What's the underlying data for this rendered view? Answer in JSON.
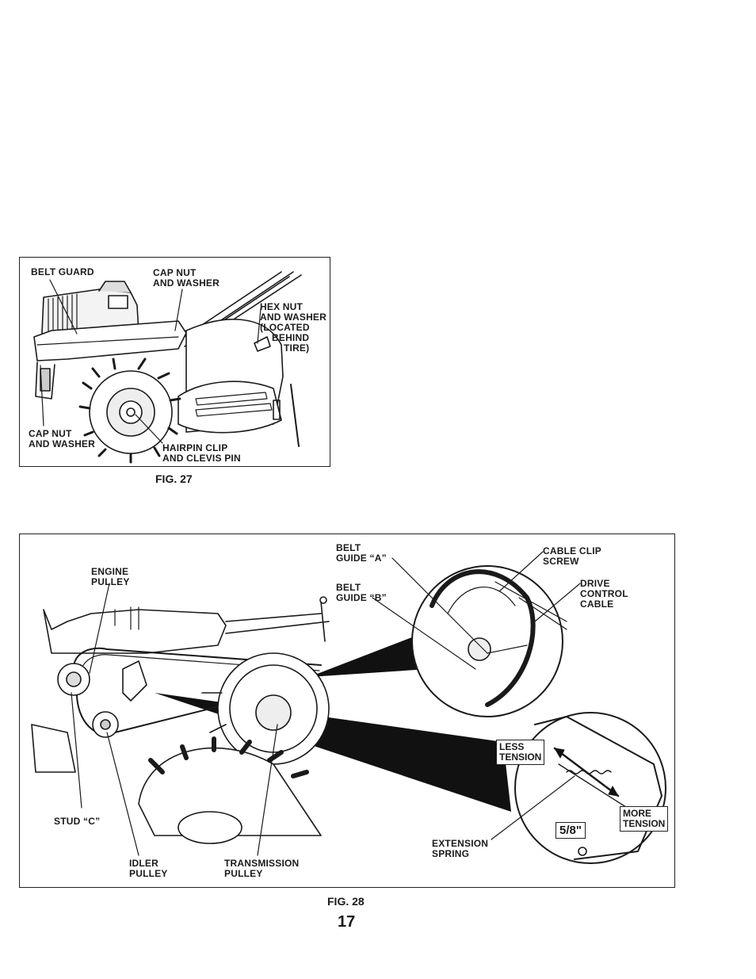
{
  "fig27": {
    "caption": "FIG. 27",
    "labels": {
      "belt_guard": "BELT GUARD",
      "cap_nut_top_1": "CAP NUT",
      "cap_nut_top_2": "AND WASHER",
      "hex_nut_1": "HEX NUT",
      "hex_nut_2": "AND WASHER",
      "hex_nut_3": "(LOCATED",
      "hex_nut_4": "BEHIND",
      "hex_nut_5": "TIRE)",
      "cap_nut_bottom_1": "CAP NUT",
      "cap_nut_bottom_2": "AND WASHER",
      "hairpin_1": "HAIRPIN CLIP",
      "hairpin_2": "AND CLEVIS PIN"
    }
  },
  "fig28": {
    "caption": "FIG. 28",
    "labels": {
      "engine_pulley_1": "ENGINE",
      "engine_pulley_2": "PULLEY",
      "belt_guide_a_1": "BELT",
      "belt_guide_a_2": "GUIDE “A”",
      "belt_guide_b_1": "BELT",
      "belt_guide_b_2": "GUIDE “B”",
      "cable_clip_1": "CABLE CLIP",
      "cable_clip_2": "SCREW",
      "drive_cable_1": "DRIVE",
      "drive_cable_2": "CONTROL",
      "drive_cable_3": "CABLE",
      "less_tension_1": "LESS",
      "less_tension_2": "TENSION",
      "more_tension_1": "MORE",
      "more_tension_2": "TENSION",
      "dimension": "5/8\"",
      "stud_c": "STUD “C”",
      "idler_1": "IDLER",
      "idler_2": "PULLEY",
      "transmission_1": "TRANSMISSION",
      "transmission_2": "PULLEY",
      "extension_1": "EXTENSION",
      "extension_2": "SPRING"
    }
  },
  "page_number": "17"
}
